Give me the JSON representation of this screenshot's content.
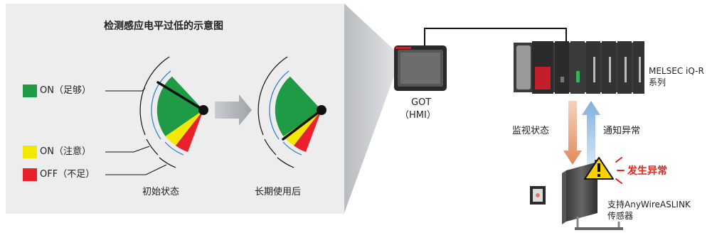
{
  "panel": {
    "title": "检测感应电平过低的示意图",
    "legend": [
      {
        "label": "ON（足够）",
        "color": "#1e9b44"
      },
      {
        "label": "ON（注意）",
        "color": "#f4e800"
      },
      {
        "label": "OFF（不足）",
        "color": "#e8212b"
      }
    ],
    "gauge_initial_label": "初始状态",
    "gauge_aged_label": "长期使用后"
  },
  "system": {
    "got_label": "GOT",
    "got_sub": "（HMI）",
    "plc_label": "MELSEC iQ-R",
    "plc_sub": "系列",
    "monitor_label": "监视状态",
    "notify_label": "通知异常",
    "alert_label": "发生异常",
    "sensor_label": "支持AnyWireASLINK",
    "sensor_sub": "传感器"
  },
  "colors": {
    "panel_bg": "#ededed",
    "alert_red": "#e0261d",
    "arrow_down": "#e39a74",
    "arrow_up": "#9ec3e6"
  }
}
